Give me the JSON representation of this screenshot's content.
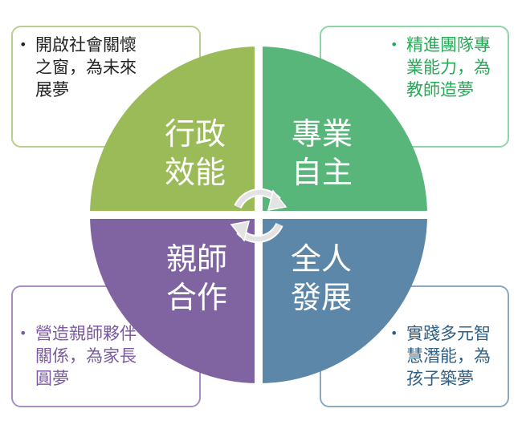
{
  "quadrants": [
    {
      "id": "top-left",
      "title_lines": [
        "行政",
        "效能"
      ],
      "color": "#9bbb59"
    },
    {
      "id": "top-right",
      "title_lines": [
        "專業",
        "自主"
      ],
      "color": "#59b67a"
    },
    {
      "id": "bottom-left",
      "title_lines": [
        "親師",
        "合作"
      ],
      "color": "#8064a2"
    },
    {
      "id": "bottom-right",
      "title_lines": [
        "全人",
        "發展"
      ],
      "color": "#5c87a8"
    }
  ],
  "callouts": {
    "top_left": {
      "bullet": "•",
      "text": "開啟社會關懷之窗，為未來展夢"
    },
    "top_right": {
      "bullet": "•",
      "text": "精進團隊專業能力，為教師造夢"
    },
    "bottom_left": {
      "bullet": "•",
      "text": "營造親師夥伴關係，為家長圓夢"
    },
    "bottom_right": {
      "bullet": "•",
      "text": "實踐多元智慧潛能，為孩子築夢"
    }
  },
  "colors": {
    "arrow": "#e3e3e3",
    "gap": "#ffffff"
  }
}
